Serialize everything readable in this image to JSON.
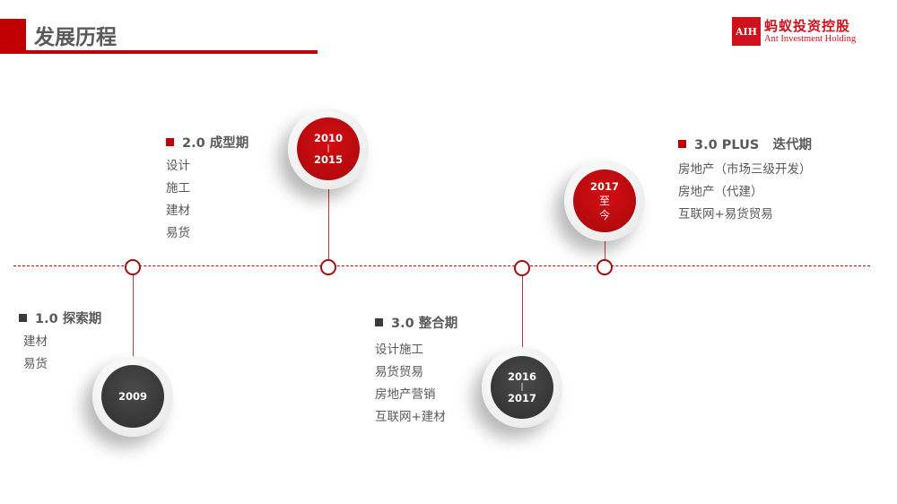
{
  "header": {
    "title": "发展历程"
  },
  "logo": {
    "mark": "AIH",
    "name_cn": "蚂蚁投资控股",
    "name_en": "Ant Investment Holding"
  },
  "colors": {
    "accent": "#c00000",
    "dark": "#3a3a3a",
    "text": "#595959"
  },
  "phases": [
    {
      "year_top": "2009",
      "year_sep": "",
      "year_bottom": "",
      "heading": "1.0  探索期",
      "items": [
        "建材",
        "易货"
      ]
    },
    {
      "year_top": "2010",
      "year_sep": "|",
      "year_bottom": "2015",
      "heading": "2.0  成型期",
      "items": [
        "设计",
        "施工",
        "建材",
        "易货"
      ]
    },
    {
      "year_top": "2016",
      "year_sep": "|",
      "year_bottom": "2017",
      "heading": "3.0  整合期",
      "items": [
        "设计施工",
        "易货贸易",
        "房地产营销",
        "互联网+建材"
      ]
    },
    {
      "year_top": "2017",
      "year_sep": "至",
      "year_bottom": "今",
      "heading": "3.0 PLUS   迭代期",
      "items": [
        "房地产（市场三级开发）",
        "房地产（代建）",
        "互联网+易货贸易"
      ]
    }
  ]
}
